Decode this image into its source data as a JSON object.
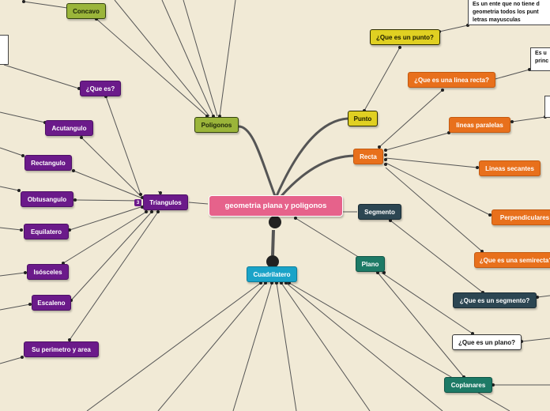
{
  "central": {
    "label": "geometria  plana y poligonos"
  },
  "branches": {
    "poligonos": "Poligonos",
    "punto": "Punto",
    "recta": "Recta",
    "segmento": "Segmento",
    "plano": "Plano",
    "cuadrilatero": "Cuadrilatero",
    "triangulos": "Triangulos"
  },
  "punto_children": {
    "que_es_punto": "¿Que es un punto?",
    "definition": "Es un ente que no tiene dimension ... geometria todos los puntos se nombran con letras mayusculas",
    "definition_lines": [
      "Es un ente que no tiene d",
      "geometria todos los punt",
      "letras mayusculas"
    ]
  },
  "poligonos_children": {
    "concavo": "Concavo"
  },
  "recta_children": {
    "que_es_linea": "¿Que es una linea recta?",
    "lineas_paralelas": "lineas paralelas",
    "lineas_secantes": "Lineas secantes",
    "perpendiculares": "Perpendiculares",
    "semirecta": "¿Que es una semirecta?",
    "note_lines": [
      "Es u",
      "princ"
    ]
  },
  "segmento_children": {
    "que_es_segmento": "¿Que es un segmento?"
  },
  "plano_children": {
    "que_es_plano": "¿Que es un plano?",
    "coplanares": "Coplanares"
  },
  "triangulos_children": {
    "badge": "3",
    "que_es": "¿Que es?",
    "acutangulo": "Acutangulo",
    "rectangulo": "Rectangulo",
    "obtusangulo": "Obtusangulo",
    "equilatero": "Equilatero",
    "isosceles": "Isósceles",
    "escaleno": "Escaleno",
    "perimetro": "Su perimetro y area"
  },
  "colors": {
    "background": "#f1ead6",
    "central": "#e6628b",
    "purple": "#6b1a8a",
    "orange": "#e8701c",
    "olive": "#9bb53a",
    "yellow": "#e0d022",
    "navy": "#2c4652",
    "teal": "#1d7a66",
    "cyan": "#1aa3c8",
    "line": "#555555"
  }
}
